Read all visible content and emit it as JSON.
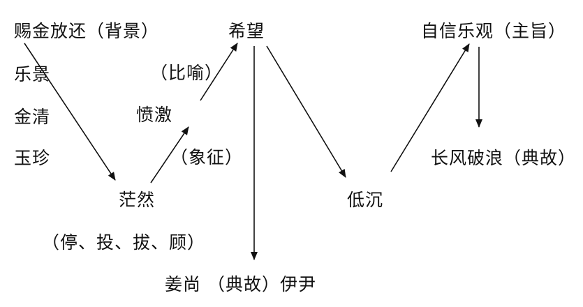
{
  "nodes": {
    "background": "赐金放还（背景）",
    "bg1": "乐景",
    "bg2": "金清",
    "bg3": "玉珍",
    "mangran": "茫然",
    "actions": "（停、投、拔、顾）",
    "fenji": "愤激",
    "bi_yu": "（比喻）",
    "xiang_zheng": "（象征）",
    "xiwang": "希望",
    "jiangshang": "姜尚 （典故）伊尹",
    "dichen": "低沉",
    "zixin": "自信乐观（主旨）",
    "changfeng": "长风破浪（典故）"
  }
}
